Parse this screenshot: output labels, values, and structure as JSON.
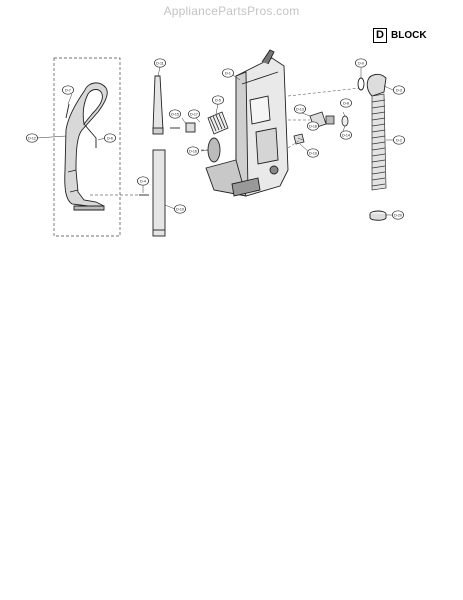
{
  "watermark": "AppliancePartsPros.com",
  "block": {
    "letter": "D",
    "word": "BLOCK"
  },
  "callouts": [
    {
      "id": "c-d12",
      "label": "D-12"
    },
    {
      "id": "c-d7",
      "label": "D-7"
    },
    {
      "id": "c-d6",
      "label": "D-6"
    },
    {
      "id": "c-d11",
      "label": "D-11"
    },
    {
      "id": "c-d4",
      "label": "D-4"
    },
    {
      "id": "c-d10",
      "label": "D-10"
    },
    {
      "id": "c-d15",
      "label": "D-15"
    },
    {
      "id": "c-d17",
      "label": "D-17"
    },
    {
      "id": "c-d5",
      "label": "D-5"
    },
    {
      "id": "c-d16",
      "label": "D-16"
    },
    {
      "id": "c-d1",
      "label": "D-1"
    },
    {
      "id": "c-d13",
      "label": "D-13"
    },
    {
      "id": "c-d18",
      "label": "D-18"
    },
    {
      "id": "c-d19",
      "label": "D-19"
    },
    {
      "id": "c-d14",
      "label": "D-14"
    },
    {
      "id": "c-d9",
      "label": "D-9"
    },
    {
      "id": "c-d8",
      "label": "D-8"
    },
    {
      "id": "c-d3",
      "label": "D-3"
    },
    {
      "id": "c-d2",
      "label": "D-2"
    },
    {
      "id": "c-d20",
      "label": "D-20"
    }
  ]
}
